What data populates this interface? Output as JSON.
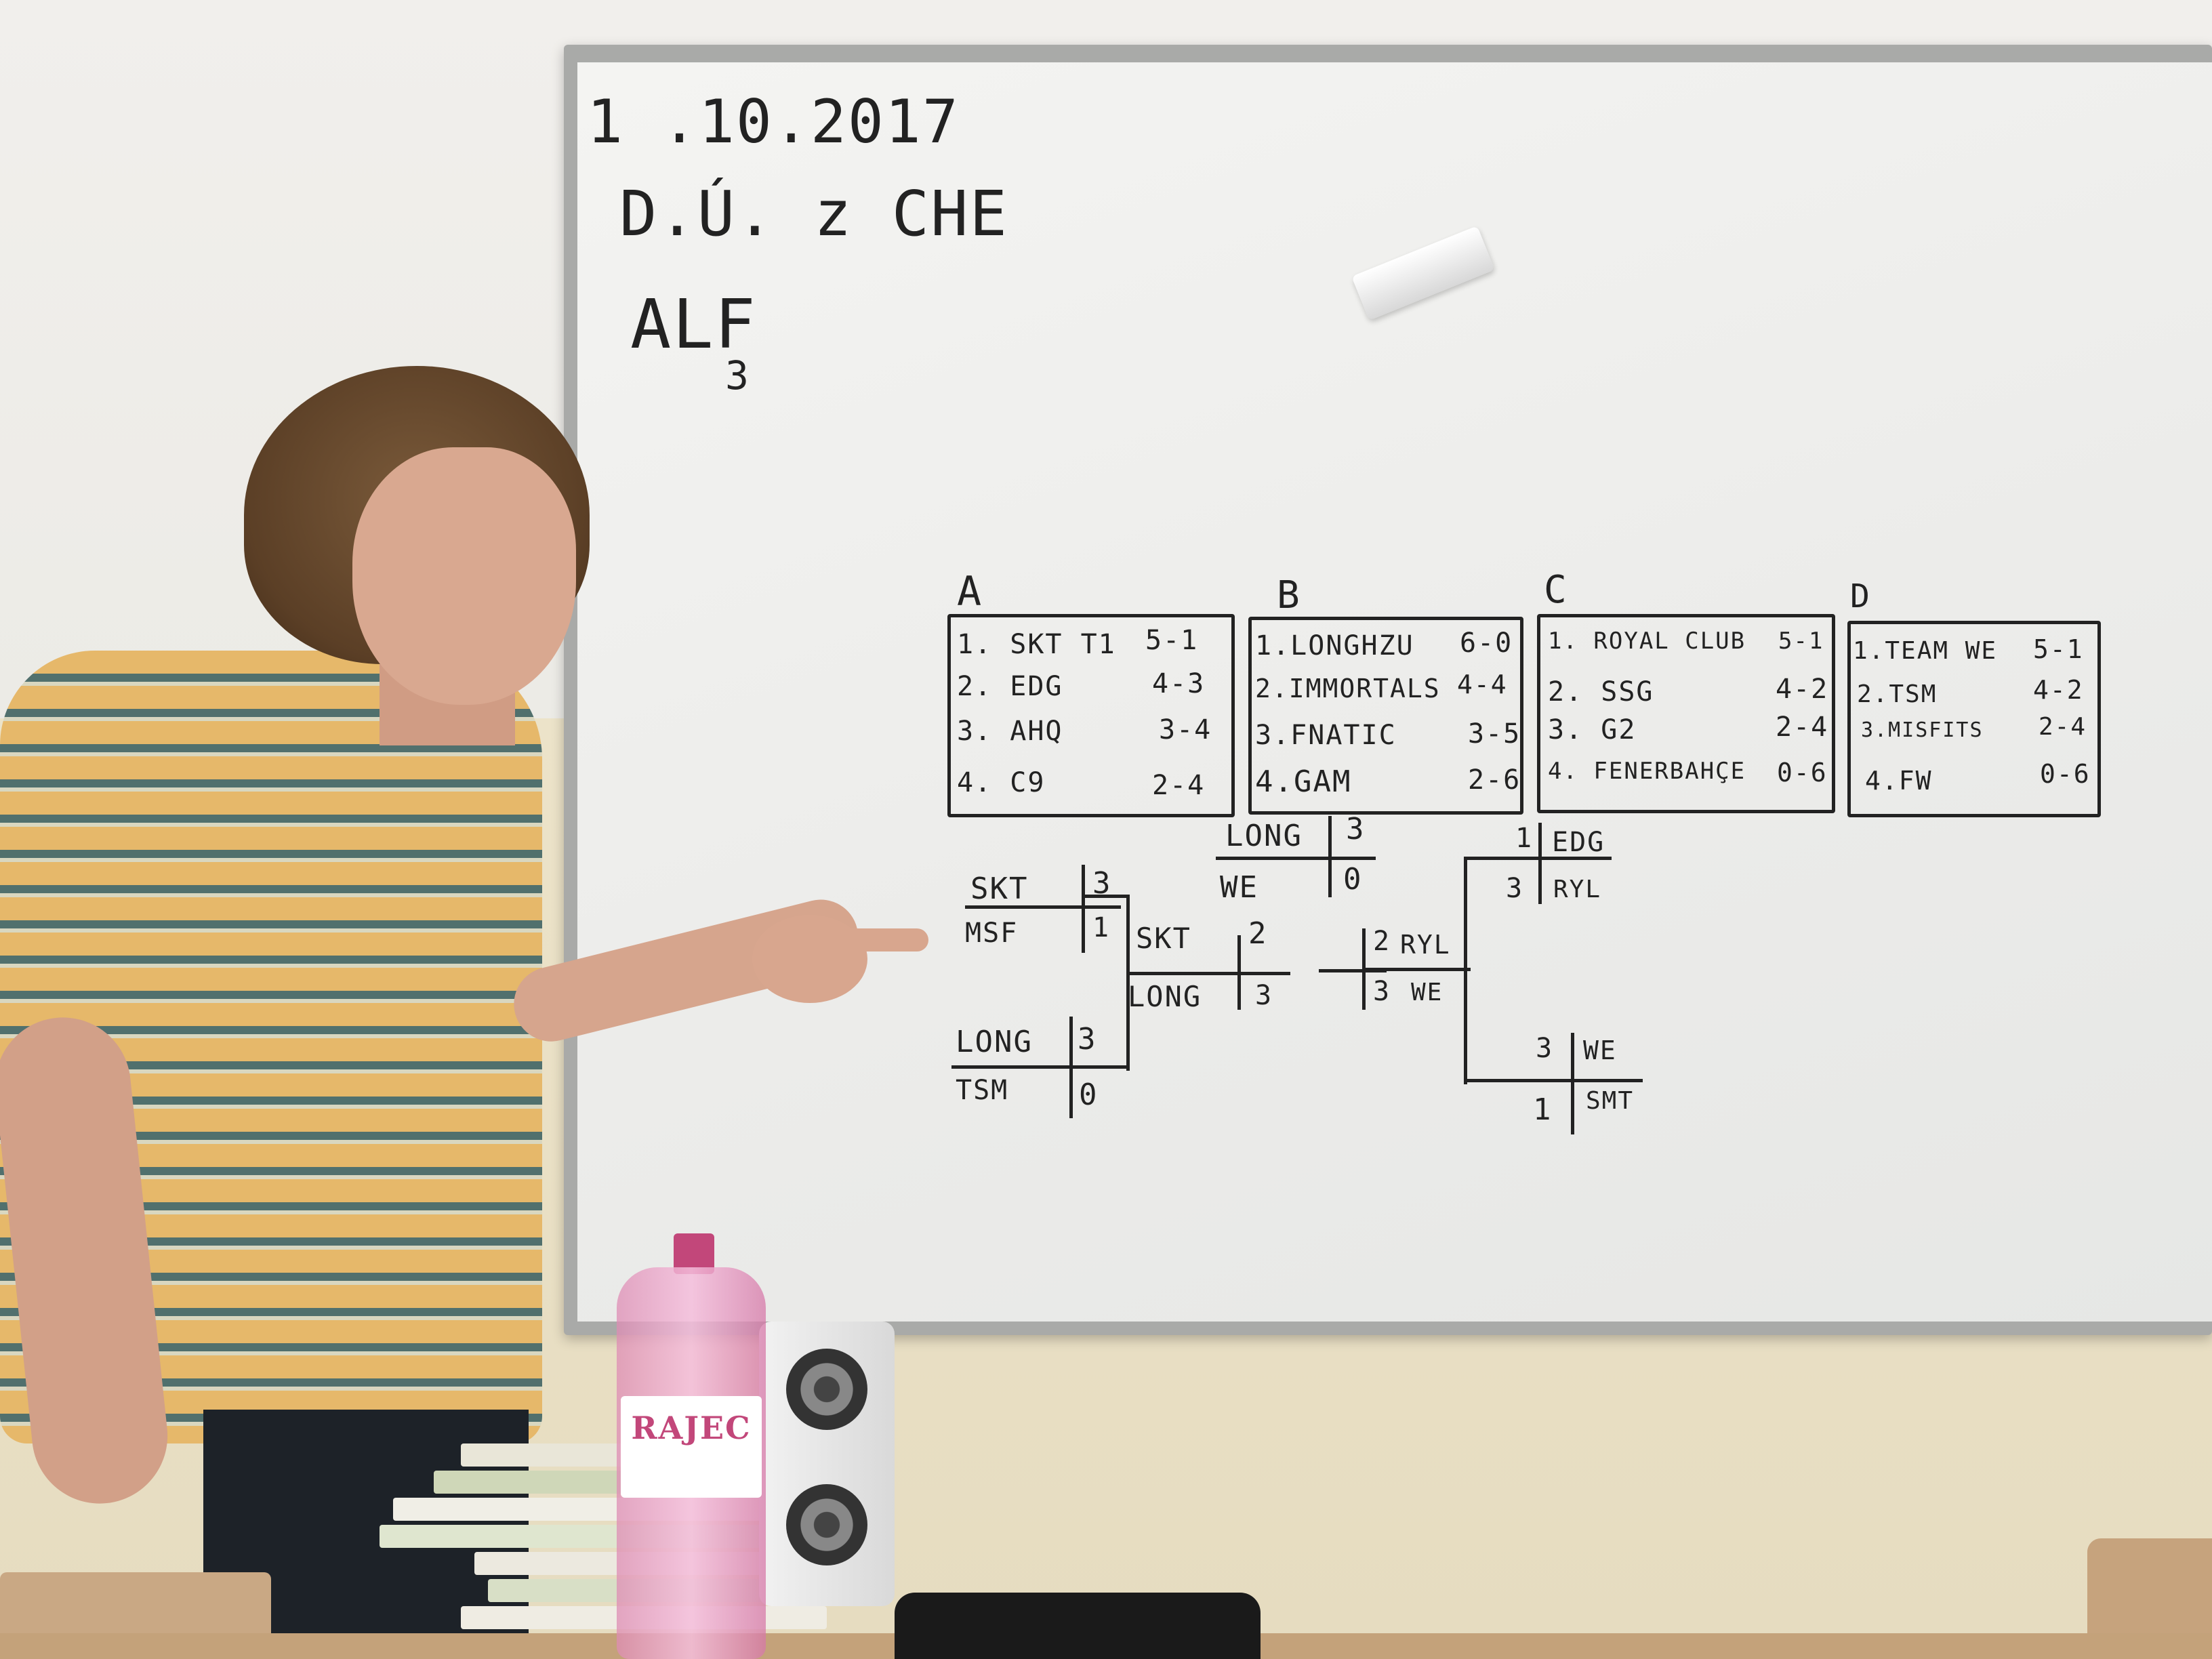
{
  "whiteboard": {
    "header": {
      "date": "1 .10.2017",
      "line2": "D.Ú. z CHE",
      "line3": "ALF",
      "line3_sub": "3"
    },
    "groups": [
      {
        "letter": "A",
        "rows": [
          {
            "team": "1. SKT T1",
            "score": "5-1"
          },
          {
            "team": "2. EDG",
            "score": "4-3"
          },
          {
            "team": "3. AHQ",
            "score": "3-4"
          },
          {
            "team": "4. C9",
            "score": "2-4"
          }
        ]
      },
      {
        "letter": "B",
        "rows": [
          {
            "team": "1.LONGHZU",
            "score": "6-0"
          },
          {
            "team": "2.IMMORTALS",
            "score": "4-4"
          },
          {
            "team": "3.FNATIC",
            "score": "3-5"
          },
          {
            "team": "4.GAM",
            "score": "2-6"
          }
        ]
      },
      {
        "letter": "C",
        "rows": [
          {
            "team": "1. ROYAL CLUB",
            "score": "5-1"
          },
          {
            "team": "2. SSG",
            "score": "4-2"
          },
          {
            "team": "3. G2",
            "score": "2-4"
          },
          {
            "team": "4. FENERBAHÇE",
            "score": "0-6"
          }
        ]
      },
      {
        "letter": "D",
        "rows": [
          {
            "team": "1.TEAM WE",
            "score": "5-1"
          },
          {
            "team": "2.TSM",
            "score": "4-2"
          },
          {
            "team": "3.MISFITS",
            "score": "2-4"
          },
          {
            "team": "4.FW",
            "score": "0-6"
          }
        ]
      }
    ],
    "bracket": {
      "qf1": {
        "t1": "SKT",
        "s1": "3",
        "t2": "MSF",
        "s2": "1"
      },
      "qf2": {
        "t1": "LONG",
        "s1": "3",
        "t2": "TSM",
        "s2": "0"
      },
      "qf3": {
        "t1": "LONG",
        "s1": "3",
        "t2": "WE",
        "s2": "0"
      },
      "qf4": {
        "t1": "EDG",
        "s1": "1",
        "t2": "RYL",
        "s2": "3"
      },
      "qf5": {
        "t1": "WE",
        "s1": "3",
        "t2": "SMT",
        "s2": "1"
      },
      "sf1": {
        "t1": "SKT",
        "s1": "2",
        "t2": "LONG",
        "s2": "3"
      },
      "sf2": {
        "t1": "RYL",
        "s1": "2",
        "t2": "WE",
        "s2": "3"
      }
    }
  },
  "bottle": {
    "brand": "RAJEC"
  }
}
